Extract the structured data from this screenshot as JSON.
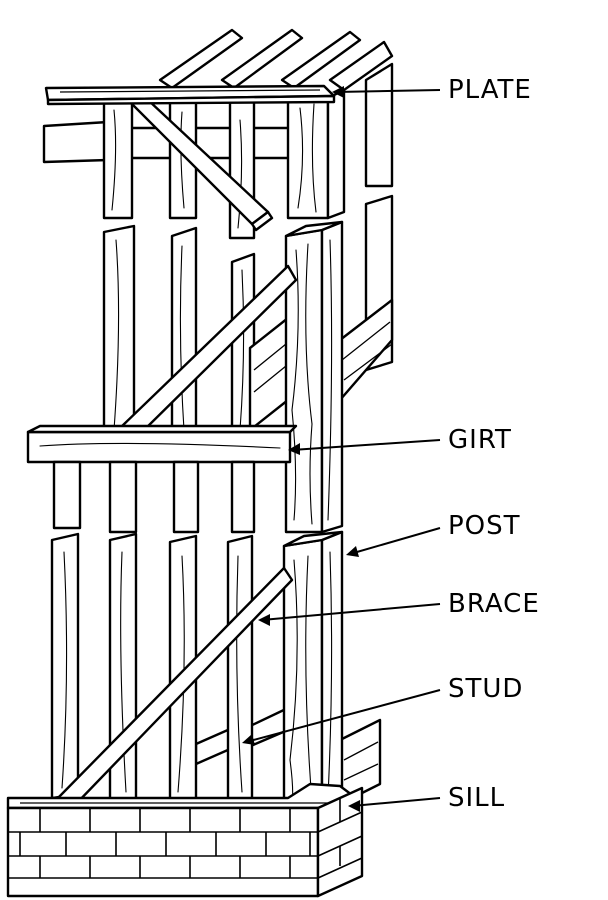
{
  "labels": {
    "plate": "PLATE",
    "girt": "GIRT",
    "post": "POST",
    "brace": "BRACE",
    "stud": "STUD",
    "sill": "SILL"
  }
}
